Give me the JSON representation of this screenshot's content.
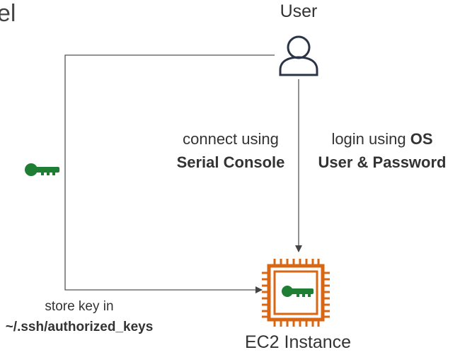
{
  "title_fragment": "el",
  "user": {
    "label": "User"
  },
  "ec2": {
    "label": "EC2 Instance",
    "chip_color": "#D86613"
  },
  "key_color": "#1E7E34",
  "connect_note": {
    "line1": "connect using",
    "line2": "Serial Console"
  },
  "login_note": {
    "line1_prefix": "login using ",
    "line1_bold": "OS",
    "line2": "User & Password"
  },
  "store_note": {
    "line1": "store key in",
    "line2": "~/.ssh/authorized_keys"
  },
  "icons": [
    "user-icon",
    "key-icon",
    "ec2-chip-icon",
    "key-in-chip-icon"
  ]
}
